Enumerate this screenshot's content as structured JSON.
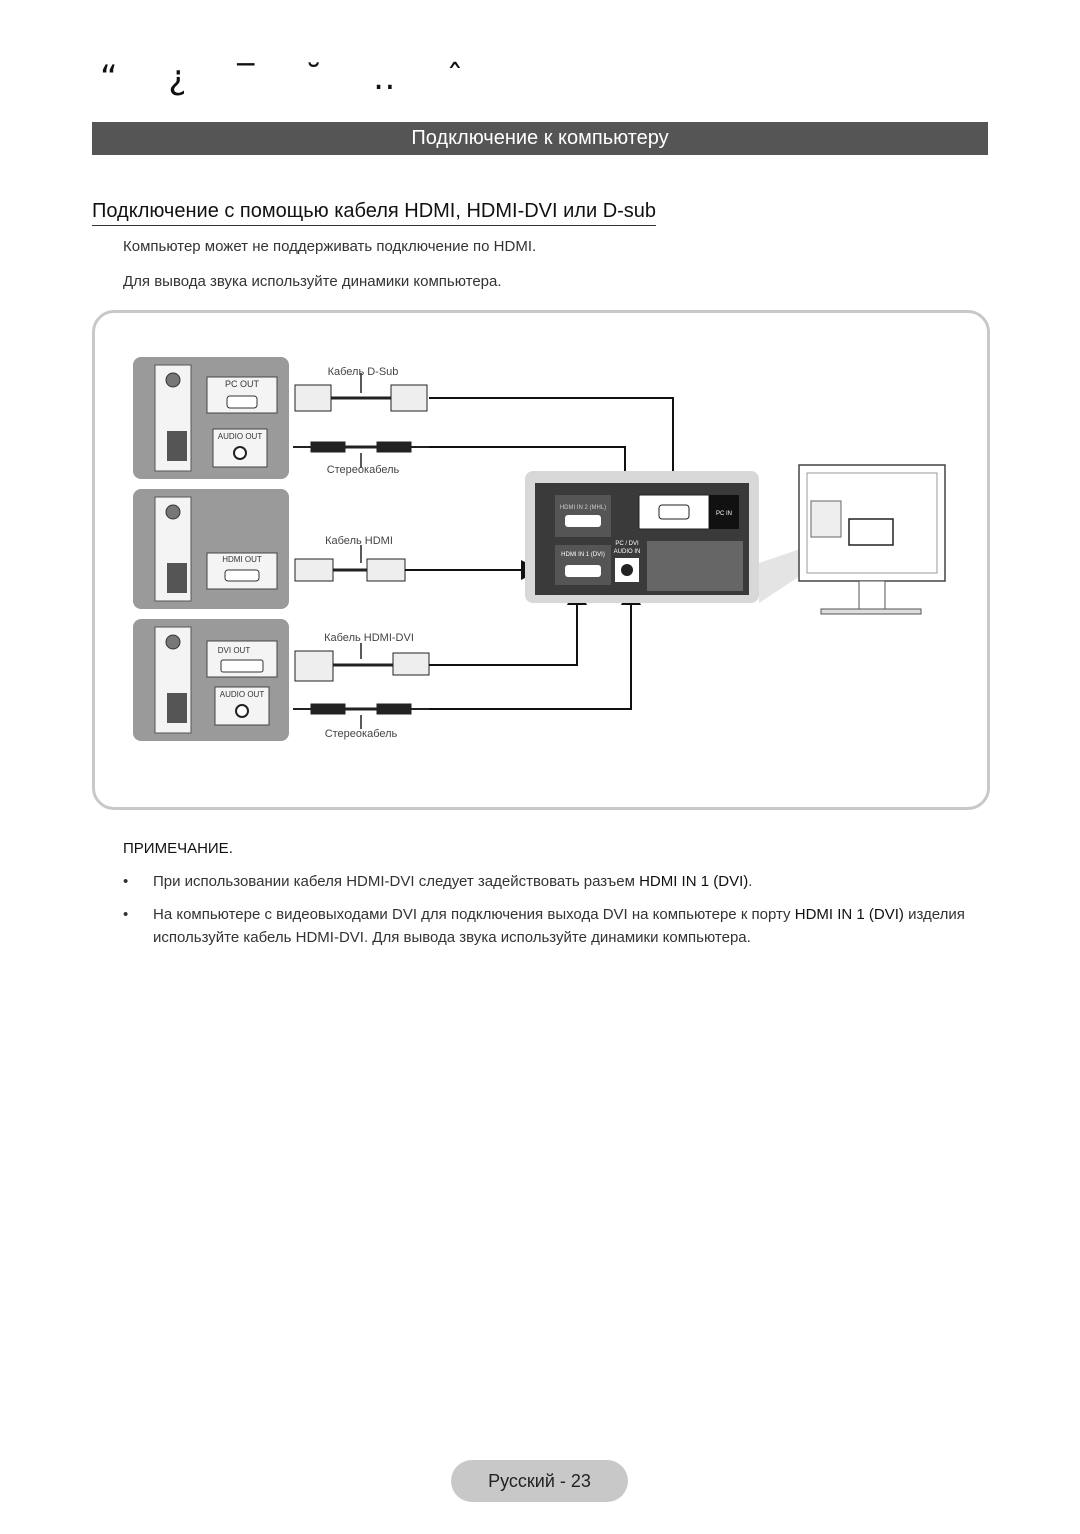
{
  "header": {
    "glyphs": "“ ¿ ‾ ˘ ‥ ˆ",
    "section_title": "Подключение к компьютеру"
  },
  "subsection": {
    "title": "Подключение с помощью кабеля HDMI, HDMI-DVI или D-sub",
    "notes": [
      "Компьютер может не поддерживать подключение по HDMI.",
      "Для вывода звука используйте динамики компьютера."
    ]
  },
  "diagram": {
    "pc_ports": {
      "pc_out": "PC OUT",
      "audio_out_1": "AUDIO OUT",
      "hdmi_out": "HDMI OUT",
      "dvi_out": "DVI OUT",
      "audio_out_2": "AUDIO OUT"
    },
    "cables": {
      "dsub": "Кабель D-Sub",
      "stereo_1": "Стереокабель",
      "hdmi": "Кабель HDMI",
      "hdmi_dvi": "Кабель HDMI-DVI",
      "stereo_2": "Стереокабель"
    },
    "tv_ports": {
      "hdmi_in_2": "HDMI IN 2 (MHL)",
      "hdmi_in_1": "HDMI IN 1 (DVI)",
      "pc_dvi_audio_1": "PC / DVI",
      "pc_dvi_audio_2": "AUDIO IN",
      "pc_in": "PC IN"
    }
  },
  "note_section": {
    "title": "ПРИМЕЧАНИЕ.",
    "bullet_symbol": "•",
    "items": [
      {
        "text_before": "При использовании кабеля HDMI-DVI следует задействовать разъем ",
        "bold": "HDMI IN 1 (DVI)",
        "text_after": "."
      },
      {
        "text_before": "На компьютере с видеовыходами DVI для подключения выхода DVI на компьютере к порту ",
        "bold": "HDMI IN 1 (DVI)",
        "text_after": " изделия используйте кабель HDMI-DVI. Для вывода звука используйте динамики компьютера."
      }
    ]
  },
  "footer": {
    "page_label": "Русский - 23"
  }
}
